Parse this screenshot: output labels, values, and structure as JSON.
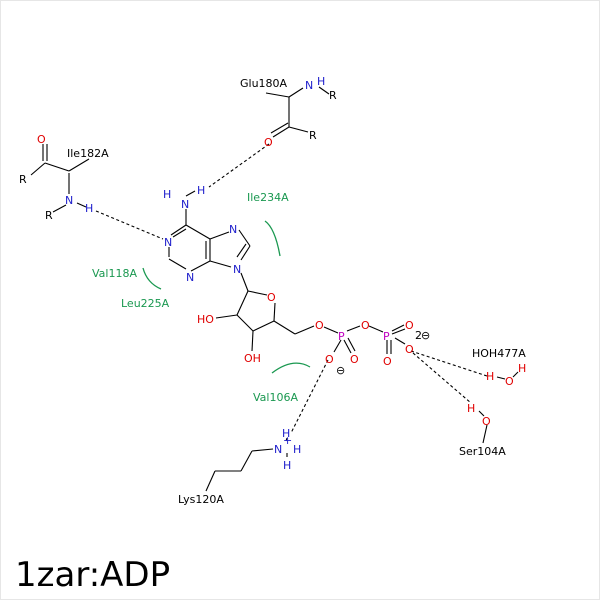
{
  "title": "1zar:ADP",
  "colors": {
    "carbon": "#000000",
    "nitrogen": "#2020cc",
    "oxygen": "#e00000",
    "phosphorus": "#c000c0",
    "hydrophobic": "#1a9850"
  },
  "residues": {
    "glu180": "Glu180A",
    "ile182": "Ile182A",
    "ile234": "Ile234A",
    "val118": "Val118A",
    "leu225": "Leu225A",
    "val106": "Val106A",
    "hoh477": "HOH477A",
    "lys120": "Lys120A",
    "ser104": "Ser104A"
  },
  "atoms": {
    "R": "R",
    "N": "N",
    "H": "H",
    "O": "O",
    "P": "P",
    "OH": "OH",
    "HO": "HO",
    "plus": "+",
    "charge2": "2",
    "minus": "⊖"
  }
}
